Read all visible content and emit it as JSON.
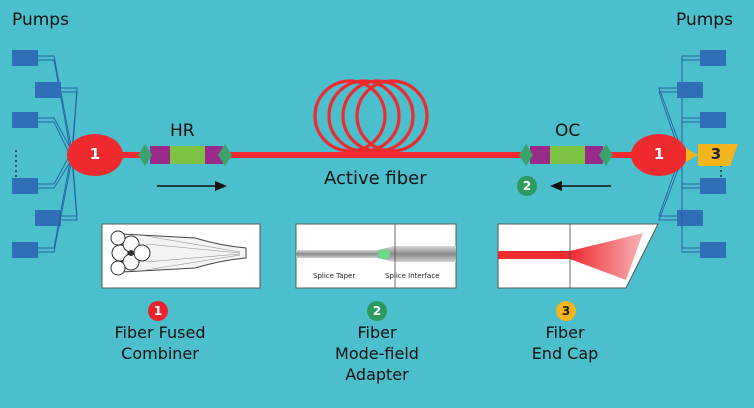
{
  "labels": {
    "pumps_left": "Pumps",
    "pumps_right": "Pumps",
    "hr": "HR",
    "oc": "OC",
    "active_fiber": "Active fiber"
  },
  "markers": {
    "combiner_left": "1",
    "combiner_right": "1",
    "end_cap": "3",
    "mode_adapter": "2"
  },
  "components": [
    {
      "number": "1",
      "line1": "Fiber Fused",
      "line2": "Combiner",
      "line3": "",
      "color": "#e8232a"
    },
    {
      "number": "2",
      "line1": "Fiber",
      "line2": "Mode-field",
      "line3": "Adapter",
      "color": "#2a9a5e"
    },
    {
      "number": "3",
      "line1": "Fiber",
      "line2": "End Cap",
      "line3": "",
      "color": "#f2b51c"
    }
  ],
  "adapter_labels": {
    "taper": "Splice Taper",
    "interface": "Splice Interface"
  },
  "colors": {
    "background": "#4bbfcb",
    "fiber_red": "#ee2a2f",
    "pump_blue": "#2f6fb8",
    "grating_green": "#7dc242",
    "grating_purple": "#9a2a8a",
    "diamond_green": "#3aa36a",
    "end_cap_yellow": "#f2b51c"
  },
  "icons": [
    "pump-diode-icon",
    "coil-icon",
    "direction-arrow-icon"
  ]
}
